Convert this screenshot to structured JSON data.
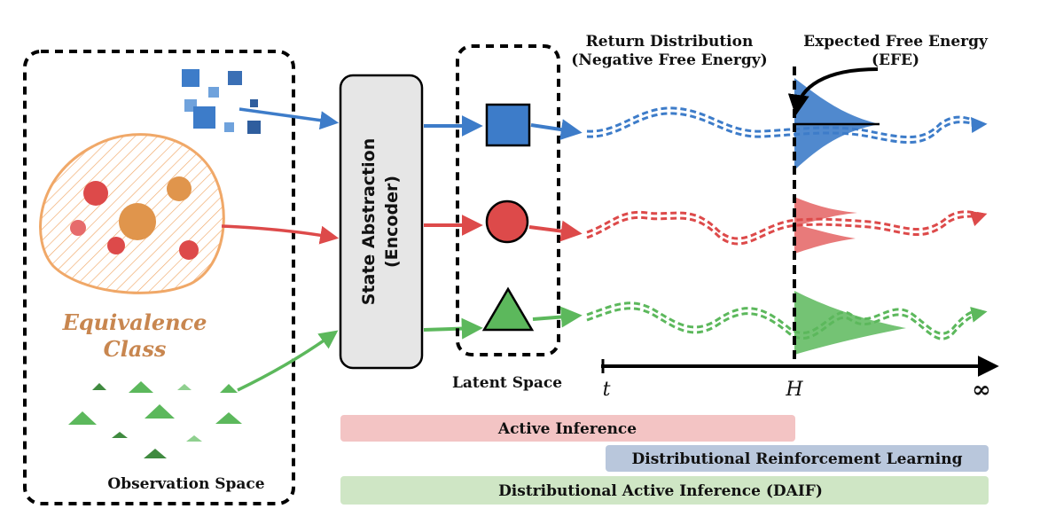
{
  "labels": {
    "return_dist_line1": "Return Distribution",
    "return_dist_line2": "(Negative Free Energy)",
    "efe_line1": "Expected Free Energy",
    "efe_line2": "(EFE)",
    "encoder_line1": "State Abstraction",
    "encoder_line2": "(Encoder)",
    "latent_space": "Latent Space",
    "observation_space": "Observation Space",
    "equivalence_line1": "Equivalence",
    "equivalence_line2": "Class",
    "axis_t": "t",
    "axis_h": "H",
    "axis_inf": "∞"
  },
  "bars": {
    "active_inference": "Active Inference",
    "distributional_rl": "Distributional Reinforcement Learning",
    "daif": "Distributional Active Inference (DAIF)"
  },
  "colors": {
    "blue": "#3d7cc9",
    "red": "#dd4a4a",
    "green": "#5cb85c",
    "orange": "#f0a868",
    "active_inference_bar": "#f3c4c4",
    "distributional_rl_bar": "#b9c7dc",
    "daif_bar": "#cfe6c5"
  }
}
